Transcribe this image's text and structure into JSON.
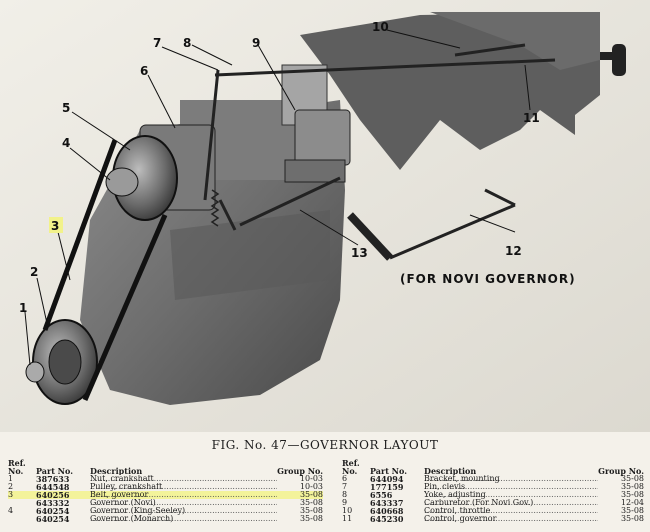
{
  "figure": {
    "callouts": [
      "1",
      "2",
      "3",
      "4",
      "5",
      "6",
      "7",
      "8",
      "9",
      "10",
      "11",
      "12",
      "13"
    ],
    "novi_label": "(FOR NOVI GOVERNOR)",
    "caption": "FIG. No. 47—GOVERNOR LAYOUT"
  },
  "parts_table": {
    "headers": {
      "ref_line1": "Ref.",
      "ref_line2": "No.",
      "part_no": "Part No.",
      "description": "Description",
      "group_no": "Group No."
    },
    "left": [
      {
        "ref": "1",
        "part_no": "387633",
        "description": "Nut, crankshaft",
        "group_no": "10-03",
        "highlight": false
      },
      {
        "ref": "2",
        "part_no": "644548",
        "description": "Pulley, crankshaft",
        "group_no": "10-03",
        "highlight": false
      },
      {
        "ref": "3",
        "part_no": "640256",
        "description": "Belt, governor",
        "group_no": "35-08",
        "highlight": true
      },
      {
        "ref": "",
        "part_no": "643332",
        "description": "Governor (Novi)",
        "group_no": "35-08",
        "highlight": false
      },
      {
        "ref": "4",
        "part_no": "640254",
        "description": "Governor (King-Seeley)",
        "group_no": "35-08",
        "highlight": false
      },
      {
        "ref": "",
        "part_no": "640254",
        "description": "Governor (Monarch)",
        "group_no": "35-08",
        "highlight": false
      }
    ],
    "right": [
      {
        "ref": "6",
        "part_no": "644094",
        "description": "Bracket, mounting",
        "group_no": "35-08"
      },
      {
        "ref": "7",
        "part_no": "177159",
        "description": "Pin, clevis",
        "group_no": "35-08"
      },
      {
        "ref": "8",
        "part_no": "6556",
        "description": "Yoke, adjusting",
        "group_no": "35-08"
      },
      {
        "ref": "9",
        "part_no": "643337",
        "description": "Carburetor (For Novi Gov.)",
        "group_no": "12-04"
      },
      {
        "ref": "10",
        "part_no": "640668",
        "description": "Control, throttle",
        "group_no": "35-08"
      },
      {
        "ref": "11",
        "part_no": "645230",
        "description": "Control, governor",
        "group_no": "35-08"
      }
    ]
  }
}
